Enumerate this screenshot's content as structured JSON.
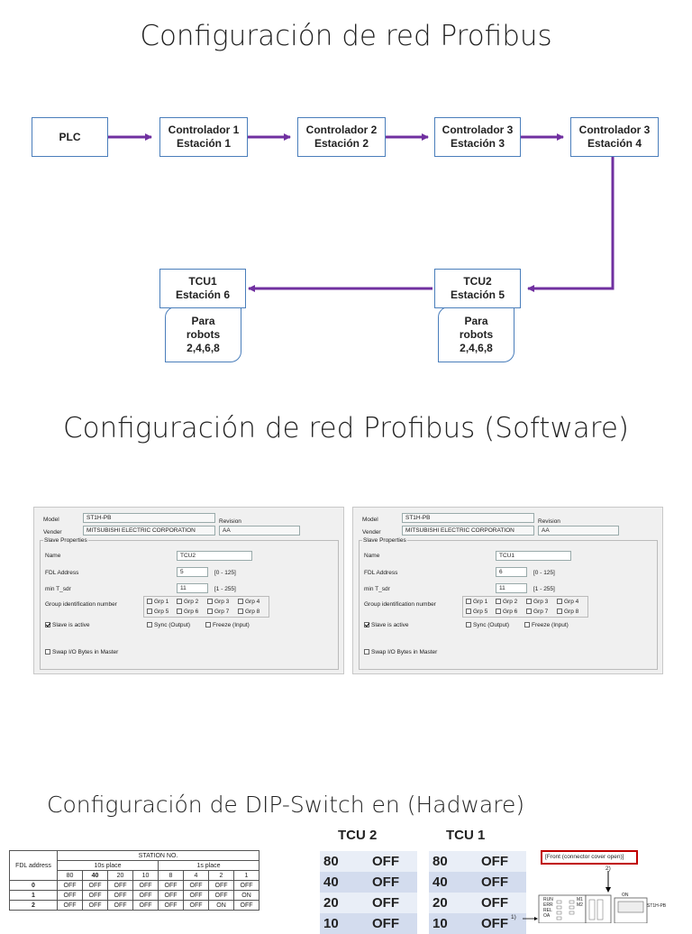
{
  "titles": {
    "network": "Configuración de red Profibus",
    "software": "Configuración de red Profibus (Software)",
    "hardware": "Configuración de DIP-Switch en (Hadware)"
  },
  "diagram": {
    "plc": "PLC",
    "c1": {
      "line1": "Controlador 1",
      "line2": "Estación 1"
    },
    "c2": {
      "line1": "Controlador 2",
      "line2": "Estación 2"
    },
    "c3": {
      "line1": "Controlador 3",
      "line2": "Estación 3"
    },
    "c4": {
      "line1": "Controlador 3",
      "line2": "Estación 4"
    },
    "tcu2": {
      "line1": "TCU2",
      "line2": "Estación 5"
    },
    "tcu1": {
      "line1": "TCU1",
      "line2": "Estación 6"
    },
    "note": {
      "line1": "Para",
      "line2": "robots",
      "line3": "2,4,6,8"
    },
    "arrow_color": "#7030a0",
    "border_color": "#4a7ebb"
  },
  "dialog_common": {
    "model_label": "Model",
    "model_value": "ST1H-PB",
    "revision_label": "Revision",
    "vendor_label": "Vender",
    "vendor_value": "MITSUBISHI ELECTRIC CORPORATION",
    "revision_value": "AA",
    "slave_props": "Slave Properties",
    "name_label": "Name",
    "fdl_label": "FDL Address",
    "fdl_range": "[0 - 125]",
    "tsdr_label": "min T_sdr",
    "tsdr_value": "11",
    "tsdr_range": "[1 - 255]",
    "group_label": "Group identification number",
    "grp": [
      "Grp 1",
      "Grp 2",
      "Grp 3",
      "Grp 4",
      "Grp 5",
      "Grp 6",
      "Grp 7",
      "Grp 8"
    ],
    "slave_active": "Slave is active",
    "sync": "Sync (Output)",
    "freeze": "Freeze (Input)",
    "swap": "Swap I/O Bytes in Master"
  },
  "dialogs": [
    {
      "name": "TCU2",
      "fdl": "5"
    },
    {
      "name": "TCU1",
      "fdl": "6"
    }
  ],
  "dip_table": {
    "fdl_header": "FDL address",
    "station_header": "STATION NO.",
    "tens_header": "10s place",
    "ones_header": "1s place",
    "bits": [
      "80",
      "40",
      "20",
      "10",
      "8",
      "4",
      "2",
      "1"
    ],
    "rows": [
      {
        "addr": "0",
        "vals": [
          "OFF",
          "OFF",
          "OFF",
          "OFF",
          "OFF",
          "OFF",
          "OFF",
          "OFF"
        ]
      },
      {
        "addr": "1",
        "vals": [
          "OFF",
          "OFF",
          "OFF",
          "OFF",
          "OFF",
          "OFF",
          "OFF",
          "ON"
        ]
      },
      {
        "addr": "2",
        "vals": [
          "OFF",
          "OFF",
          "OFF",
          "OFF",
          "OFF",
          "OFF",
          "ON",
          "OFF"
        ]
      }
    ]
  },
  "tcu_switch": {
    "tcu2_title": "TCU 2",
    "tcu1_title": "TCU 1",
    "rows": [
      {
        "bit": "80",
        "state": "OFF"
      },
      {
        "bit": "40",
        "state": "OFF"
      },
      {
        "bit": "20",
        "state": "OFF"
      },
      {
        "bit": "10",
        "state": "OFF"
      }
    ]
  },
  "front_panel": {
    "label": "[Front (connector cover open)]",
    "callout_1": "1)",
    "callout_2": "2)",
    "on_label": "ON",
    "run": "RUN",
    "err": "ERR",
    "rel": "REL",
    "oa": "OA",
    "m1": "M1",
    "m2": "M2",
    "model": "ST1H-PB"
  }
}
